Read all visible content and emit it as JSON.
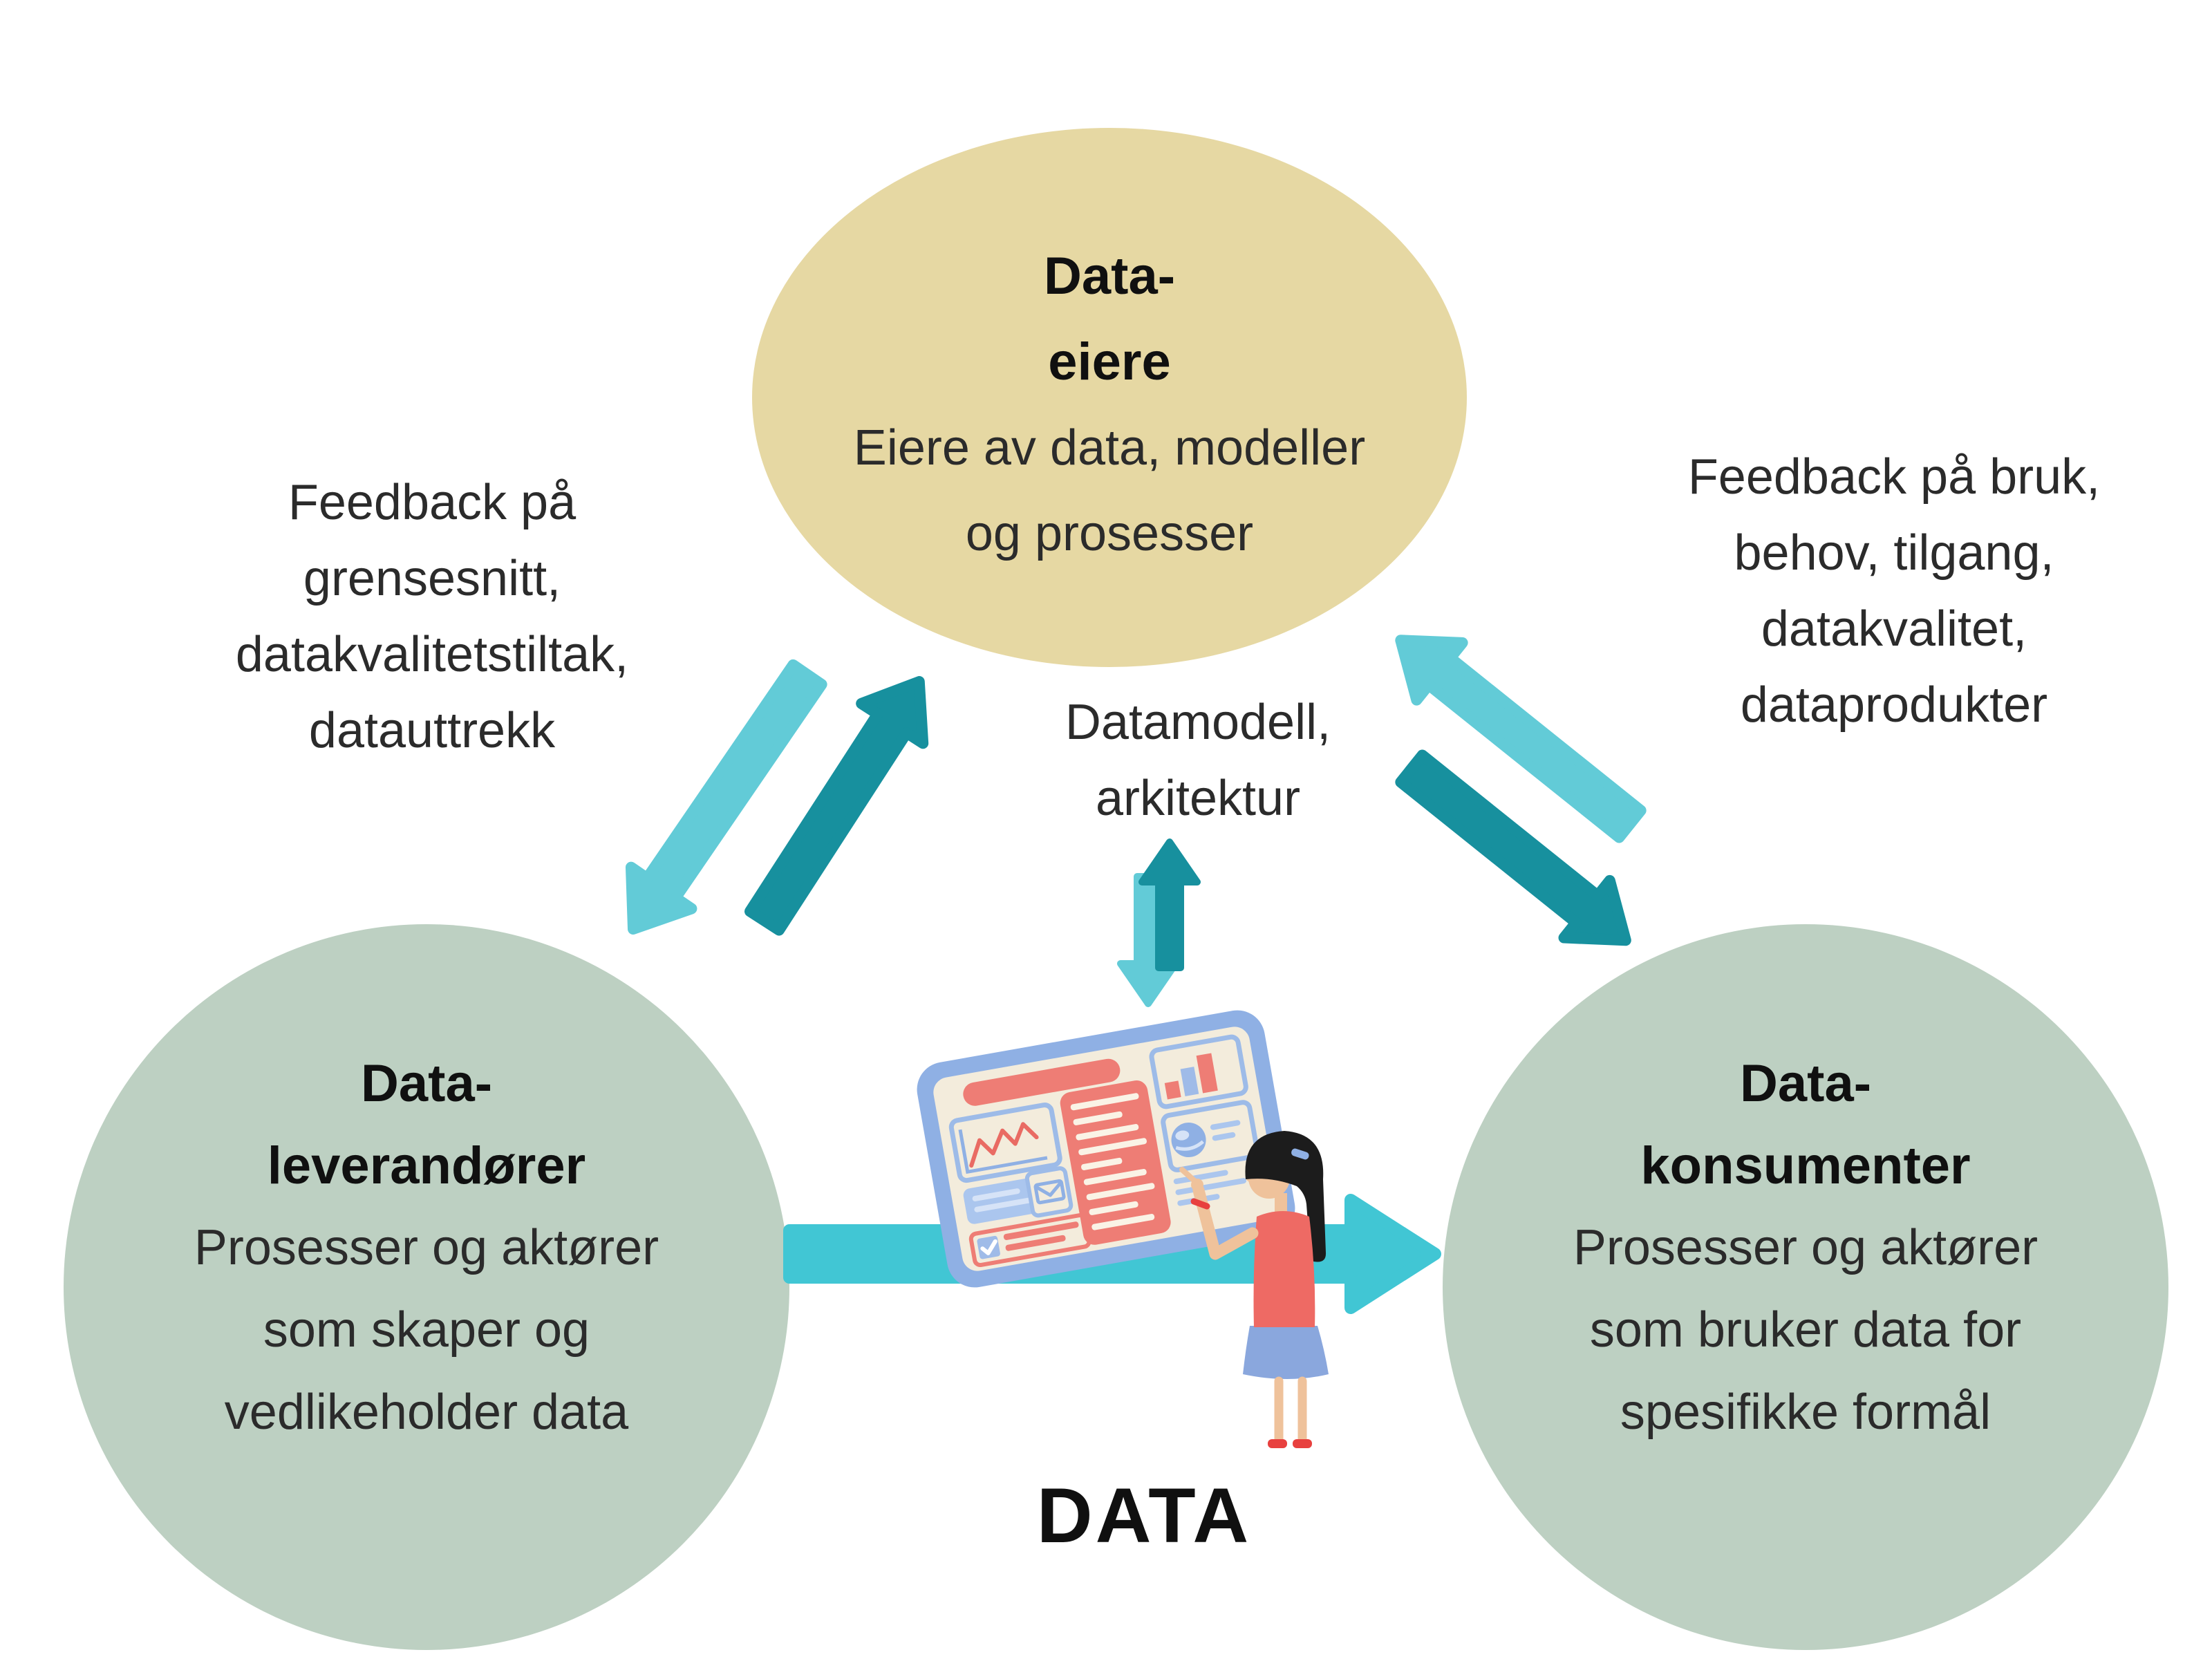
{
  "nodes": {
    "owners": {
      "heading_lines": [
        "Data-",
        "eiere"
      ],
      "body_lines": [
        "Eiere av data, modeller",
        "og prosesser"
      ]
    },
    "suppliers": {
      "heading_lines": [
        "Data-",
        "leverandører"
      ],
      "body_lines": [
        "Prosesser og aktører",
        "som skaper og",
        "vedlikeholder data"
      ]
    },
    "consumers": {
      "heading_lines": [
        "Data-",
        "konsumenter"
      ],
      "body_lines": [
        "Prosesser og aktører",
        "som bruker data for",
        "spesifikke formål"
      ]
    }
  },
  "annotations": {
    "feedback_left": {
      "lines": [
        "Feedback på",
        "grensesnitt,",
        "datakvalitetstiltak,",
        "datauttrekk"
      ]
    },
    "feedback_right": {
      "lines": [
        "Feedback på bruk,",
        "behov, tilgang,",
        "datakvalitet,",
        "dataprodukter"
      ]
    },
    "center": {
      "lines": [
        "Datamodell,",
        "arkitektur"
      ]
    },
    "data_caption": "DATA"
  },
  "colors": {
    "canvas_bg": "#ffffff",
    "node_owners": "#e6d8a3",
    "node_roles": "#bdd0c2",
    "text_primary": "#2b2b2b",
    "text_heading": "#101010",
    "arrow_light": "#62cbd7",
    "arrow_dark": "#17909e",
    "arrow_flow": "#41c6d4",
    "illo_frame": "#8fb0e4",
    "illo_screen": "#f3ecdc",
    "illo_salmon": "#ee7d75",
    "illo_border": "#9dbbe8",
    "illo_light_panel": "#abc6ee",
    "illo_dash_light": "#d6e3f7",
    "illo_cream_dash": "#faf3e6",
    "illo_bar_blue": "#9fbbe8",
    "illo_line_red": "#e96b63",
    "skin": "#efc29b",
    "hair": "#1c1c1c",
    "top_red": "#ee6a64",
    "skirt_blue": "#8aa7dd",
    "shoe_red": "#e8403e"
  }
}
